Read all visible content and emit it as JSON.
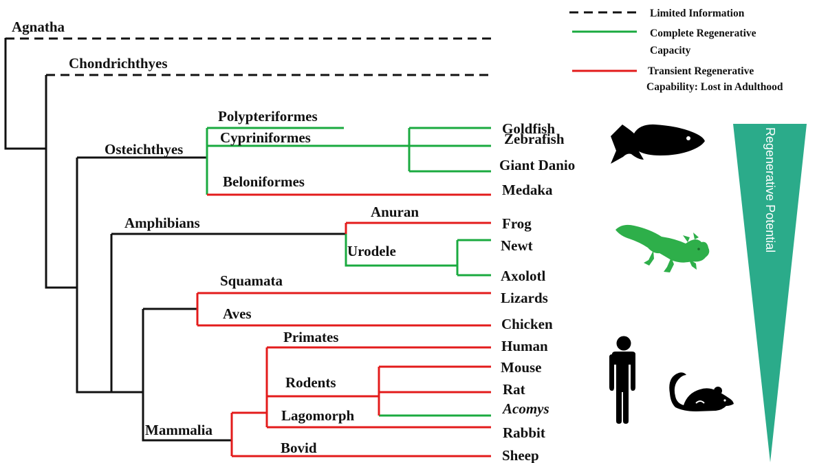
{
  "colors": {
    "limited": "#111111",
    "complete": "#1aaa3f",
    "transient": "#e31b1b",
    "potential": "#2bab8a",
    "icon_dark": "#000000",
    "icon_green": "#2eaf4a"
  },
  "legend": {
    "limited": "Limited Information",
    "complete_line1": "Complete Regenerative",
    "complete_line2": "Capacity",
    "transient_line1": "Transient Regenerative",
    "transient_line2": "Capability: Lost in Adulthood"
  },
  "groups": {
    "agnatha": "Agnatha",
    "chondrichthyes": "Chondrichthyes",
    "osteichthyes": "Osteichthyes",
    "polypteriformes": "Polypteriformes",
    "cypriniformes": "Cypriniformes",
    "beloniformes": "Beloniformes",
    "amphibians": "Amphibians",
    "anuran": "Anuran",
    "urodele": "Urodele",
    "squamata": "Squamata",
    "aves": "Aves",
    "primates": "Primates",
    "rodents": "Rodents",
    "lagomorph": "Lagomorph",
    "mammalia": "Mammalia",
    "bovid": "Bovid"
  },
  "species": {
    "goldfish": "Goldfish",
    "zebrafish": "Zebrafish",
    "giant_danio": "Giant Danio",
    "medaka": "Medaka",
    "frog": "Frog",
    "newt": "Newt",
    "axolotl": "Axolotl",
    "lizards": "Lizards",
    "chicken": "Chicken",
    "human": "Human",
    "mouse": "Mouse",
    "rat": "Rat",
    "acomys": "Acomys",
    "rabbit": "Rabbit",
    "sheep": "Sheep"
  },
  "potential_label": "Regenerative Potential",
  "icons": {
    "fish": "fish-icon",
    "salamander": "axolotl-icon",
    "human": "human-icon",
    "mouse": "mouse-icon"
  }
}
